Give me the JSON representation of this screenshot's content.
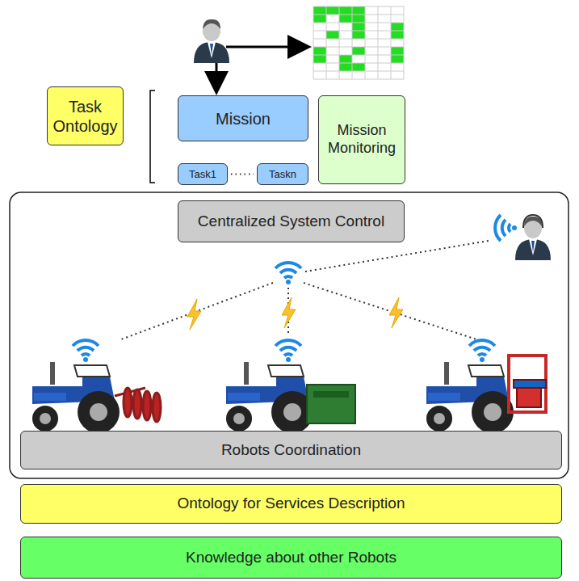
{
  "diagram": {
    "nodes": [
      {
        "text": [
          "Task Ontology"
        ]
      },
      {
        "text": [
          "Mission"
        ]
      },
      {
        "text": [
          "Task1"
        ]
      },
      {
        "text": [
          "Taskn"
        ]
      },
      {
        "text": [
          "Mission Monitoring"
        ]
      },
      {
        "text": [
          "Centralized System Control"
        ]
      },
      {
        "text": [
          "Robots Coordination"
        ]
      },
      {
        "text": [
          "Ontology for Services Description"
        ]
      },
      {
        "text": [
          "Knowledge about other Robots"
        ]
      }
    ],
    "edges": [
      {
        "from": 2,
        "to": 3,
        "arrow": "none"
      }
    ]
  }
}
